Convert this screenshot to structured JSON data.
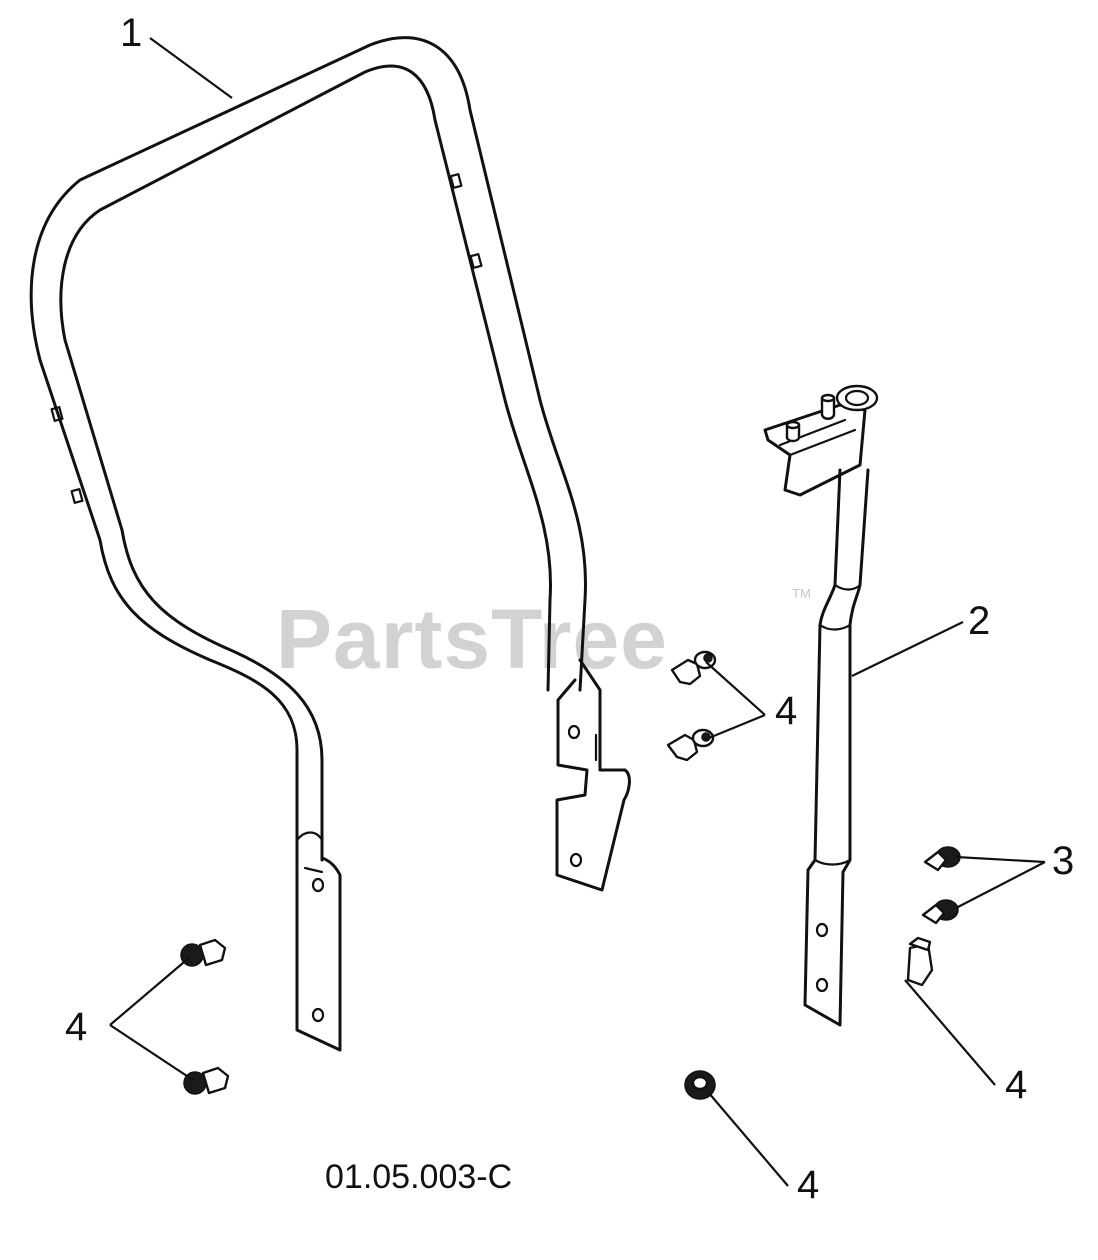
{
  "watermark": {
    "text": "PartsTree",
    "trademark": "TM",
    "color": "#d2d2d2"
  },
  "callouts": {
    "roll_bar": "1",
    "mount_tube": "2",
    "bolts_3": "3",
    "bolts_4_mid": "4",
    "bolts_4_left": "4",
    "bolt_4_right": "4",
    "nut_4_bottom": "4"
  },
  "diagram_code": "01.05.003-C"
}
